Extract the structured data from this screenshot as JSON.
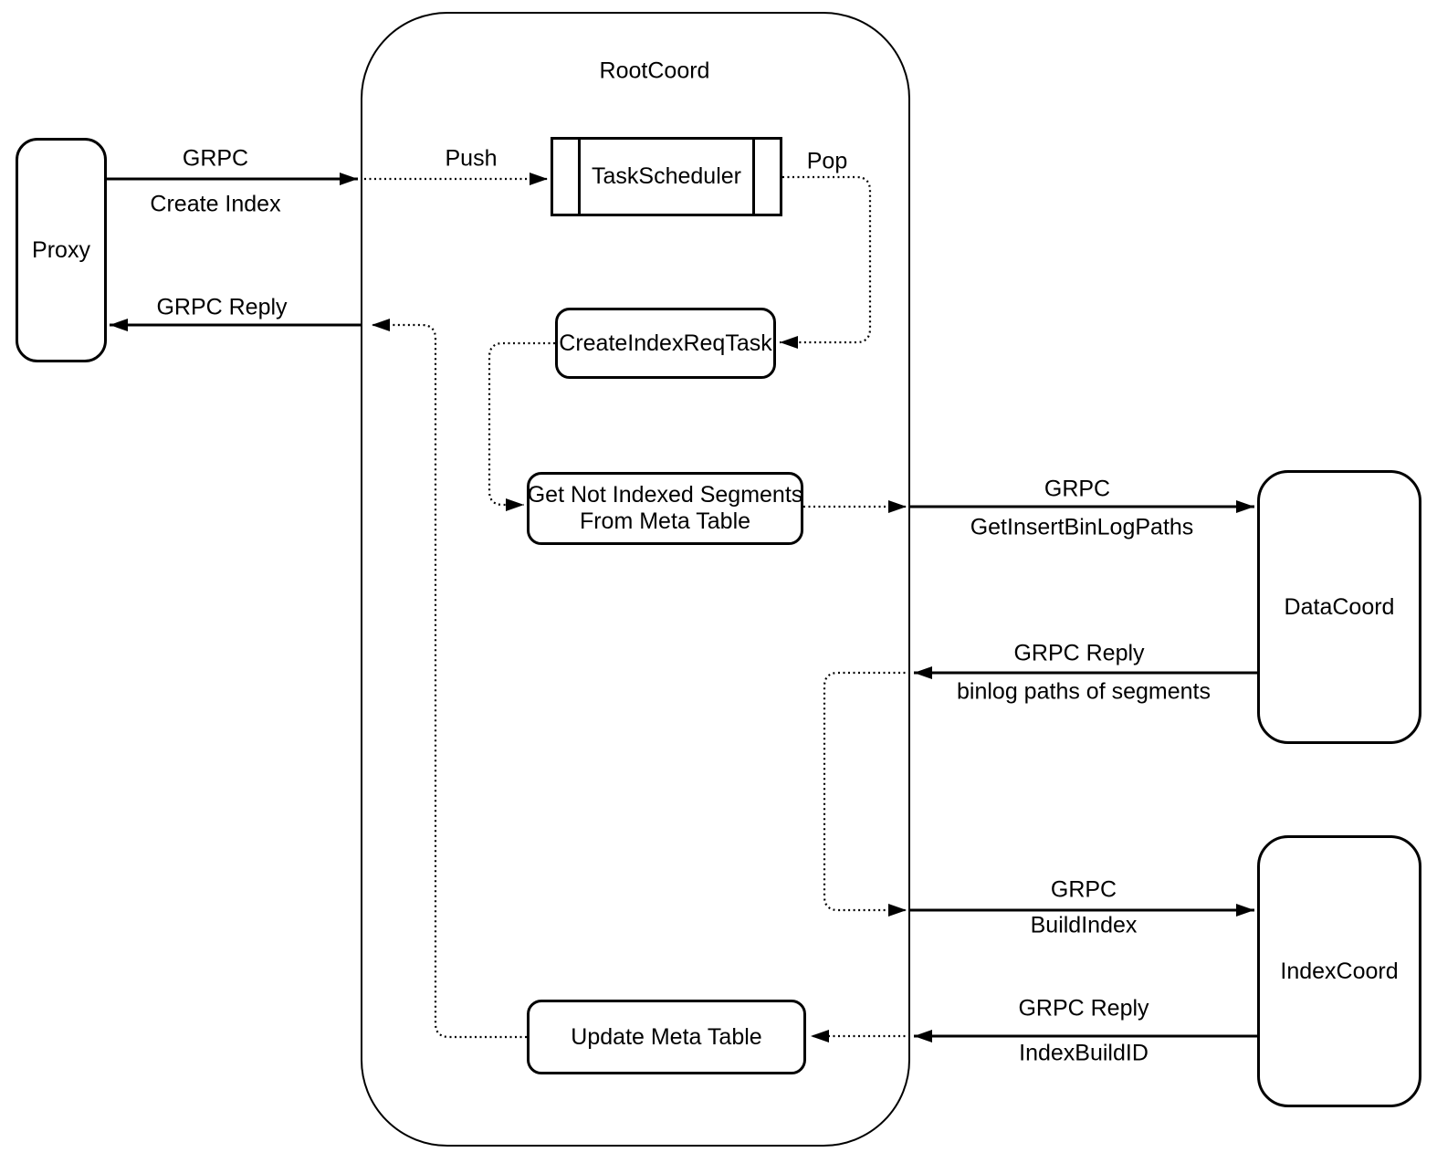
{
  "diagram": {
    "nodes": {
      "proxy": {
        "label": "Proxy"
      },
      "rootcoord": {
        "label": "RootCoord"
      },
      "task_scheduler": {
        "label": "TaskScheduler"
      },
      "create_index_req_task": {
        "label": "CreateIndexReqTask"
      },
      "get_not_indexed_segments": {
        "label_line1": "Get Not Indexed Segments",
        "label_line2": "From Meta Table"
      },
      "update_meta_table": {
        "label": "Update Meta Table"
      },
      "datacoord": {
        "label": "DataCoord"
      },
      "indexcoord": {
        "label": "IndexCoord"
      }
    },
    "edges": {
      "proxy_to_rootcoord": {
        "line1": "GRPC",
        "line2": "Create Index"
      },
      "rootcoord_to_proxy": {
        "line1": "GRPC Reply"
      },
      "push": {
        "label": "Push"
      },
      "pop": {
        "label": "Pop"
      },
      "rootcoord_to_datacoord": {
        "line1": "GRPC",
        "line2": "GetInsertBinLogPaths"
      },
      "datacoord_to_rootcoord": {
        "line1": "GRPC Reply",
        "line2": "binlog paths of segments"
      },
      "rootcoord_to_indexcoord": {
        "line1": "GRPC",
        "line2": "BuildIndex"
      },
      "indexcoord_to_rootcoord": {
        "line1": "GRPC Reply",
        "line2": "IndexBuildID"
      }
    },
    "colors": {
      "stroke": "#000000",
      "background": "#ffffff"
    }
  }
}
